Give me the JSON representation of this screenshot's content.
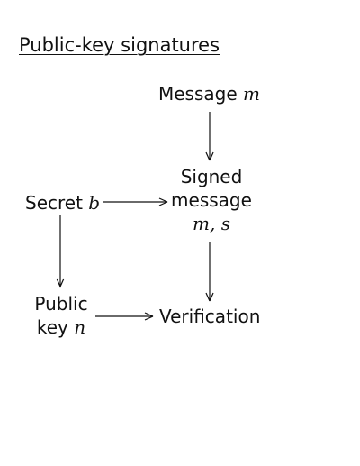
{
  "title": "Public-key signatures",
  "nodes": {
    "message": {
      "label": "Message",
      "var": "m"
    },
    "signed": {
      "line1": "Signed",
      "line2": "message",
      "line3": "m, s"
    },
    "secret": {
      "label": "Secret",
      "var": "b"
    },
    "public": {
      "line1": "Public",
      "line2": "key",
      "var": "n"
    },
    "verification": {
      "label": "Verification"
    }
  }
}
